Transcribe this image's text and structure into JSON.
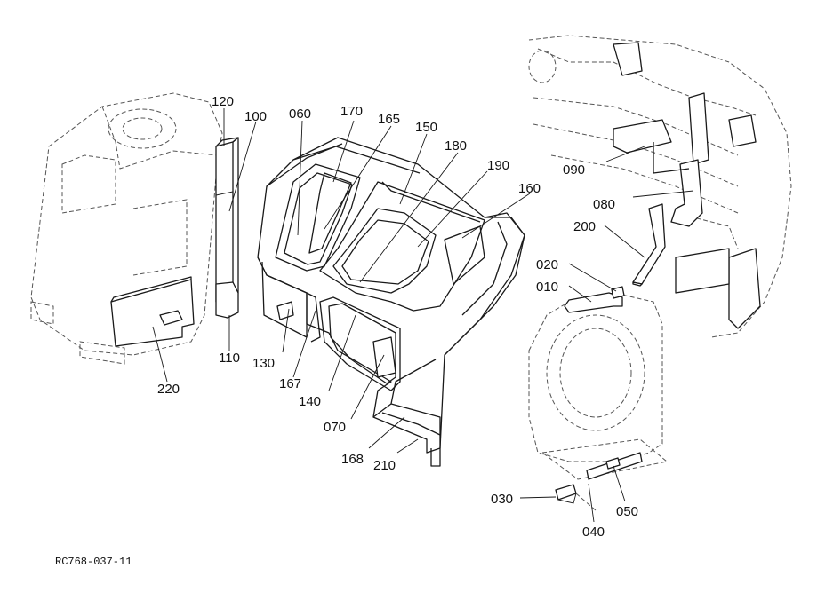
{
  "callouts": {
    "c010": "010",
    "c020": "020",
    "c030": "030",
    "c040": "040",
    "c050": "050",
    "c060": "060",
    "c070": "070",
    "c080": "080",
    "c090": "090",
    "c100": "100",
    "c110": "110",
    "c120": "120",
    "c130": "130",
    "c140": "140",
    "c150": "150",
    "c160": "160",
    "c165": "165",
    "c167": "167",
    "c168": "168",
    "c170": "170",
    "c180": "180",
    "c190": "190",
    "c200": "200",
    "c210": "210",
    "c220": "220"
  },
  "reference_code": "RC768-037-11"
}
